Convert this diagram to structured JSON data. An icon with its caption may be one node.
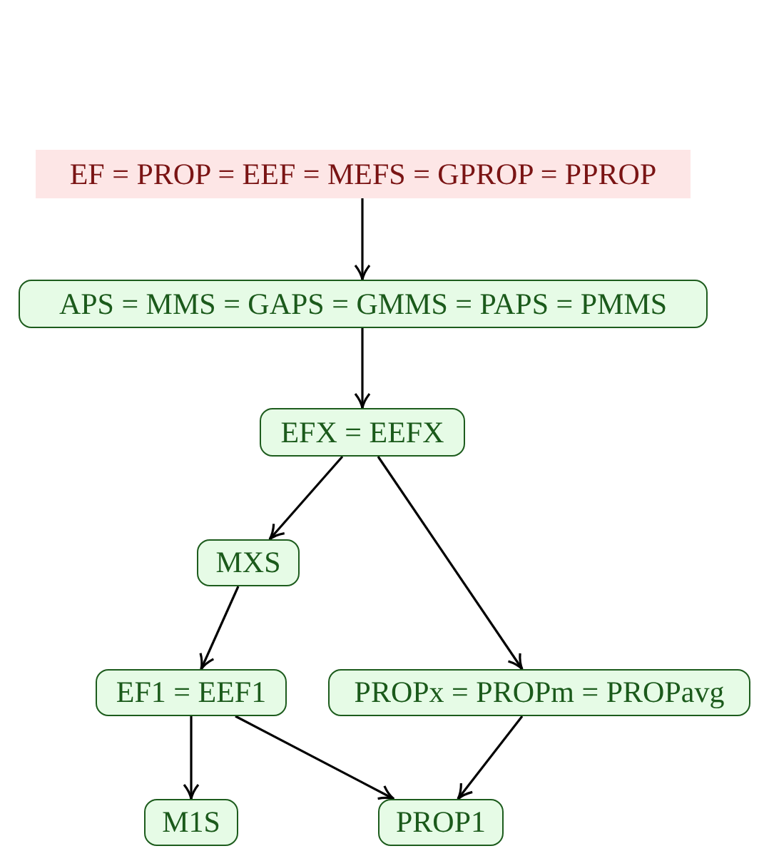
{
  "diagram": {
    "nodes": [
      {
        "text": [
          "EF = PROP = EEF = MEFS = GPROP = PPROP"
        ]
      },
      {
        "text": [
          "APS = MMS = GAPS = GMMS = PAPS = PMMS"
        ]
      },
      {
        "text": [
          "EFX = EEFX"
        ]
      },
      {
        "text": [
          "MXS"
        ]
      },
      {
        "text": [
          "EF1 = EEF1"
        ]
      },
      {
        "text": [
          "PROPx = PROPm = PROPavg"
        ]
      },
      {
        "text": [
          "M1S"
        ]
      },
      {
        "text": [
          "PROP1"
        ]
      }
    ],
    "edges": [
      {
        "from": 0,
        "to": 1,
        "arrow": "to"
      },
      {
        "from": 1,
        "to": 2,
        "arrow": "to"
      },
      {
        "from": 2,
        "to": 3,
        "arrow": "to"
      },
      {
        "from": 2,
        "to": 5,
        "arrow": "to"
      },
      {
        "from": 3,
        "to": 4,
        "arrow": "to"
      },
      {
        "from": 4,
        "to": 6,
        "arrow": "to"
      },
      {
        "from": 4,
        "to": 7,
        "arrow": "to"
      },
      {
        "from": 5,
        "to": 7,
        "arrow": "to"
      }
    ]
  }
}
